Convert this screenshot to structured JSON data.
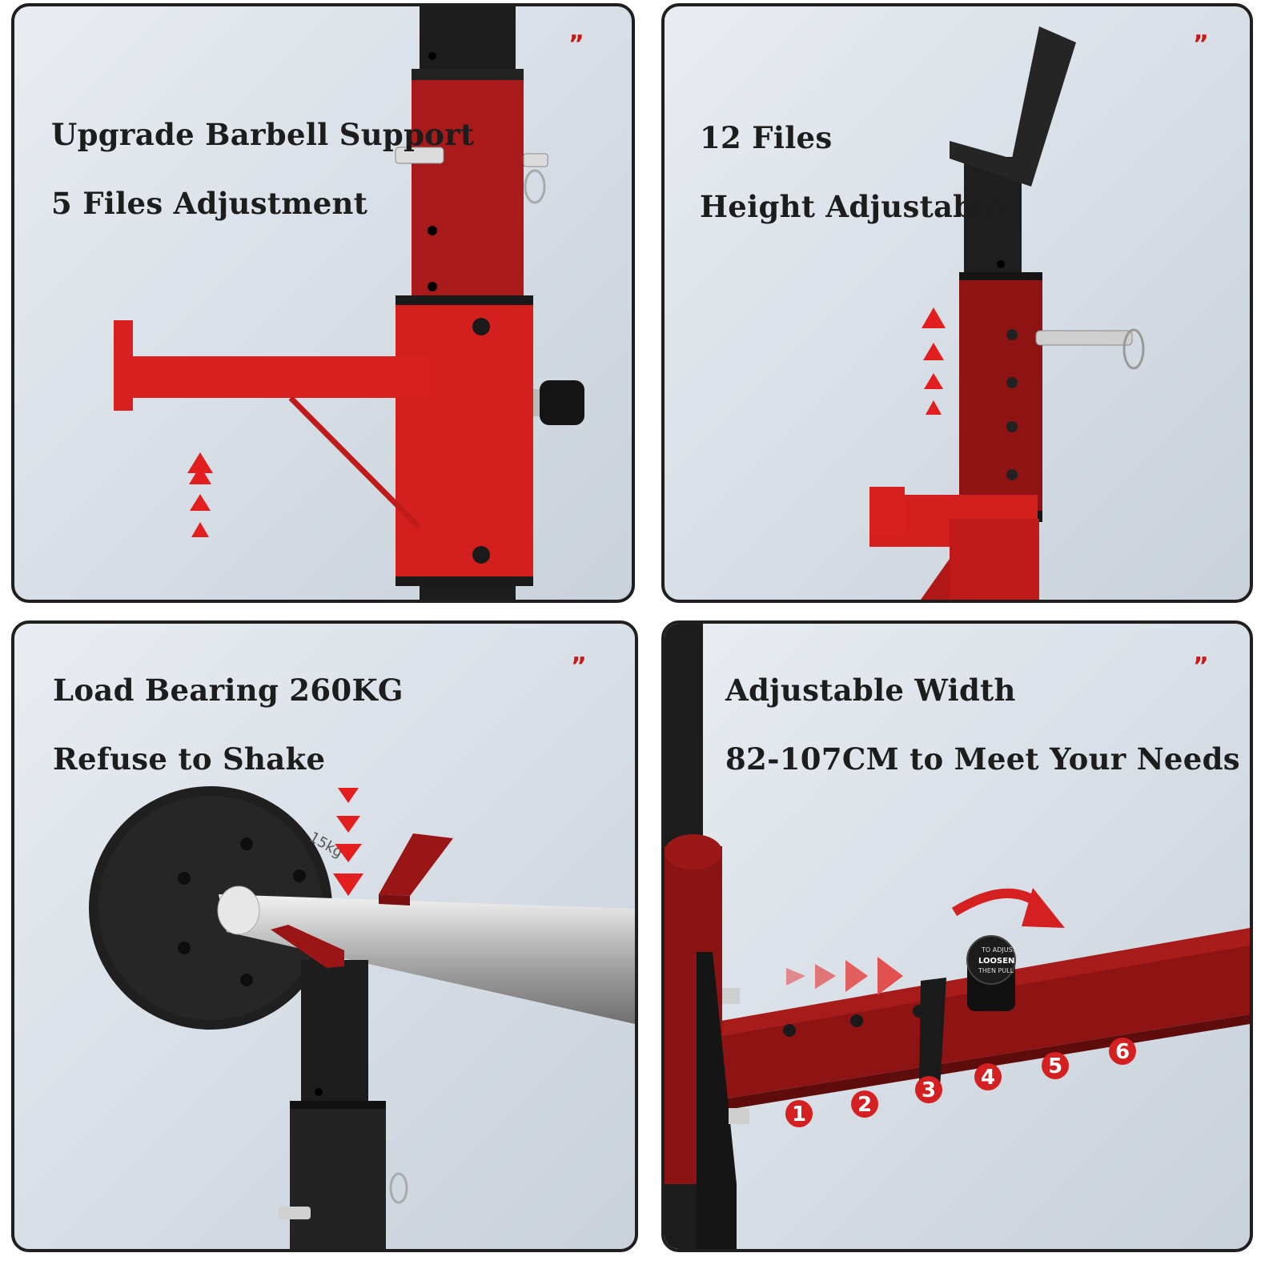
{
  "panels": [
    {
      "lines": [
        "Upgrade Barbell Support",
        "5 Files Adjustment"
      ],
      "corner_mark": "”"
    },
    {
      "lines": [
        "12 Files",
        "Height Adjustable"
      ],
      "corner_mark": "”"
    },
    {
      "lines": [
        "Load Bearing 260KG",
        "Refuse to Shake"
      ],
      "corner_mark": "”"
    },
    {
      "lines": [
        "Adjustable Width",
        "82-107CM to Meet Your Needs"
      ],
      "corner_mark": "”"
    }
  ],
  "plate_text": "15kg",
  "knob_text": {
    "top": "TO ADJUST",
    "middle": "LOOSEN",
    "bottom": "THEN PULL"
  },
  "position_numbers": [
    "1",
    "2",
    "3",
    "4",
    "5",
    "6"
  ],
  "colors": {
    "accent_red": "#d62020",
    "frame_black": "#1c1c1c",
    "dark_red": "#8e1414"
  }
}
